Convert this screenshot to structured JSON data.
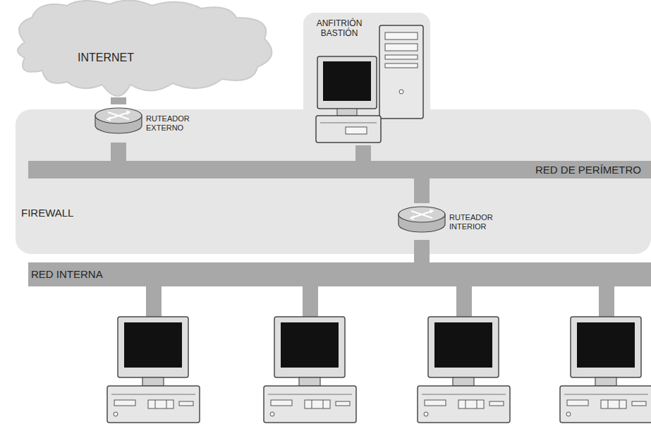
{
  "diagram": {
    "nodes": [
      {
        "text": [
          "INTERNET"
        ]
      },
      {
        "text": [
          "FIREWALL"
        ]
      },
      {
        "text": [
          "ANFITRIÓN BASTIÓN"
        ],
        "in": 1
      },
      {
        "text": [
          "RUTEADOR EXTERNO"
        ],
        "in": 1
      },
      {
        "text": [
          "RED DE PERÍMETRO"
        ],
        "in": 1
      },
      {
        "text": [
          "RUTEADOR INTERIOR"
        ],
        "in": 1
      },
      {
        "text": [
          "RED INTERNA"
        ]
      }
    ],
    "edges": [
      {
        "from": 0,
        "to": 3,
        "arrow": "none"
      },
      {
        "from": 3,
        "to": 4,
        "arrow": "none"
      },
      {
        "from": 2,
        "to": 4,
        "arrow": "none"
      },
      {
        "from": 4,
        "to": 5,
        "arrow": "none"
      },
      {
        "from": 5,
        "to": 6,
        "arrow": "none"
      }
    ]
  }
}
